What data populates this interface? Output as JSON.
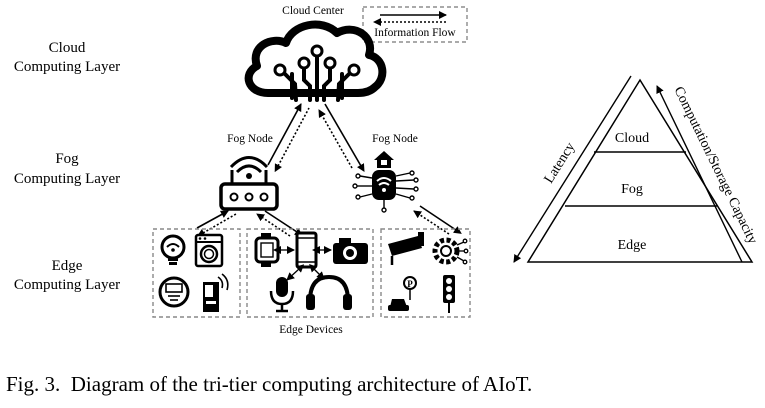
{
  "diagram": {
    "cloud_center_label": "Cloud Center",
    "legend_label": "Information Flow",
    "layers": {
      "cloud": {
        "line1": "Cloud",
        "line2": "Computing Layer"
      },
      "fog": {
        "line1": "Fog",
        "line2": "Computing Layer"
      },
      "edge": {
        "line1": "Edge",
        "line2": "Computing Layer"
      }
    },
    "fog_node_left_label": "Fog Node",
    "fog_node_right_label": "Fog Node",
    "edge_devices_label": "Edge Devices",
    "icons": [
      "cloud-circuit-icon",
      "router-icon",
      "smart-home-wifi-icon",
      "smart-bulb-icon",
      "washing-machine-icon",
      "smart-meter-icon",
      "vending-machine-icon",
      "smartwatch-icon",
      "smartphone-icon",
      "camera-icon",
      "microphone-icon",
      "headphones-icon",
      "cctv-camera-icon",
      "smart-gear-icon",
      "parking-car-icon",
      "traffic-light-icon"
    ]
  },
  "pyramid": {
    "levels": [
      "Cloud",
      "Fog",
      "Edge"
    ],
    "left_arrow_label": "Latency",
    "right_arrow_label": "Computation/Storage Capacity"
  },
  "caption": "Fig. 3.  Diagram of the tri-tier computing architecture of AIoT."
}
